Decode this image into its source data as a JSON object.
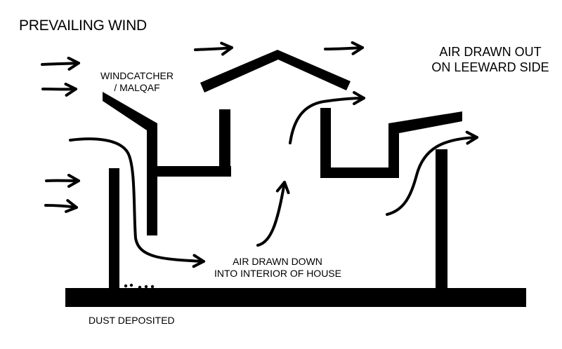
{
  "title": "PREVAILING WIND",
  "labels": {
    "windcatcher_line1": "WINDCATCHER",
    "windcatcher_line2": "/ MALQAF",
    "leeward_line1": "AIR DRAWN OUT",
    "leeward_line2": "ON LEEWARD SIDE",
    "interior_line1": "AIR DRAWN DOWN",
    "interior_line2": "INTO INTERIOR OF HOUSE",
    "dust": "DUST DEPOSITED"
  },
  "colors": {
    "ink": "#000000",
    "background": "#ffffff"
  }
}
